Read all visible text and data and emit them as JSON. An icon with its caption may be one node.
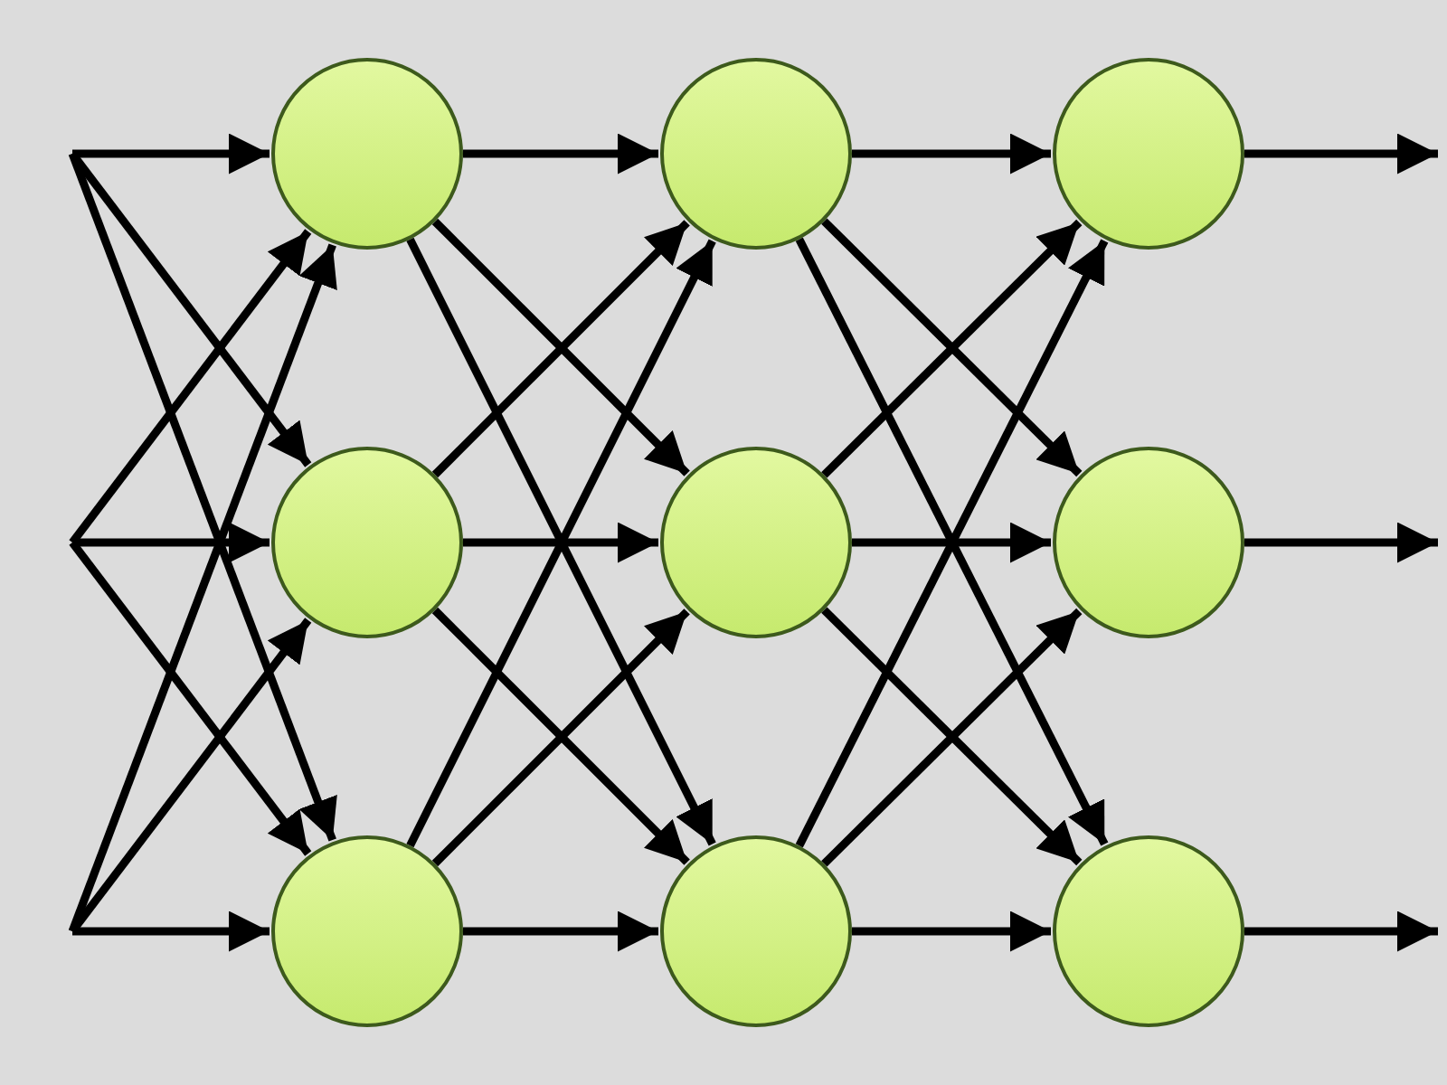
{
  "diagram": {
    "nodes": [
      {
        "text": [],
        "shape": "circle"
      },
      {
        "text": [],
        "shape": "circle"
      },
      {
        "text": [],
        "shape": "circle"
      },
      {
        "text": [],
        "shape": "circle"
      },
      {
        "text": [],
        "shape": "circle"
      },
      {
        "text": [],
        "shape": "circle"
      },
      {
        "text": [],
        "shape": "circle"
      },
      {
        "text": [],
        "shape": "circle"
      },
      {
        "text": [],
        "shape": "circle"
      }
    ],
    "edges": [
      {
        "from": null,
        "to": 0,
        "arrow": "to"
      },
      {
        "from": null,
        "to": 1,
        "arrow": "to"
      },
      {
        "from": null,
        "to": 2,
        "arrow": "to"
      },
      {
        "from": null,
        "to": 0,
        "arrow": "to"
      },
      {
        "from": null,
        "to": 1,
        "arrow": "to"
      },
      {
        "from": null,
        "to": 2,
        "arrow": "to"
      },
      {
        "from": null,
        "to": 0,
        "arrow": "to"
      },
      {
        "from": null,
        "to": 1,
        "arrow": "to"
      },
      {
        "from": null,
        "to": 2,
        "arrow": "to"
      },
      {
        "from": 0,
        "to": 3,
        "arrow": "to"
      },
      {
        "from": 0,
        "to": 4,
        "arrow": "to"
      },
      {
        "from": 0,
        "to": 5,
        "arrow": "to"
      },
      {
        "from": 1,
        "to": 3,
        "arrow": "to"
      },
      {
        "from": 1,
        "to": 4,
        "arrow": "to"
      },
      {
        "from": 1,
        "to": 5,
        "arrow": "to"
      },
      {
        "from": 2,
        "to": 3,
        "arrow": "to"
      },
      {
        "from": 2,
        "to": 4,
        "arrow": "to"
      },
      {
        "from": 2,
        "to": 5,
        "arrow": "to"
      },
      {
        "from": 3,
        "to": 6,
        "arrow": "to"
      },
      {
        "from": 3,
        "to": 7,
        "arrow": "to"
      },
      {
        "from": 3,
        "to": 8,
        "arrow": "to"
      },
      {
        "from": 4,
        "to": 6,
        "arrow": "to"
      },
      {
        "from": 4,
        "to": 7,
        "arrow": "to"
      },
      {
        "from": 4,
        "to": 8,
        "arrow": "to"
      },
      {
        "from": 5,
        "to": 6,
        "arrow": "to"
      },
      {
        "from": 5,
        "to": 7,
        "arrow": "to"
      },
      {
        "from": 5,
        "to": 8,
        "arrow": "to"
      },
      {
        "from": 6,
        "to": null,
        "arrow": "to"
      },
      {
        "from": 7,
        "to": null,
        "arrow": "to"
      },
      {
        "from": 8,
        "to": null,
        "arrow": "to"
      }
    ]
  }
}
